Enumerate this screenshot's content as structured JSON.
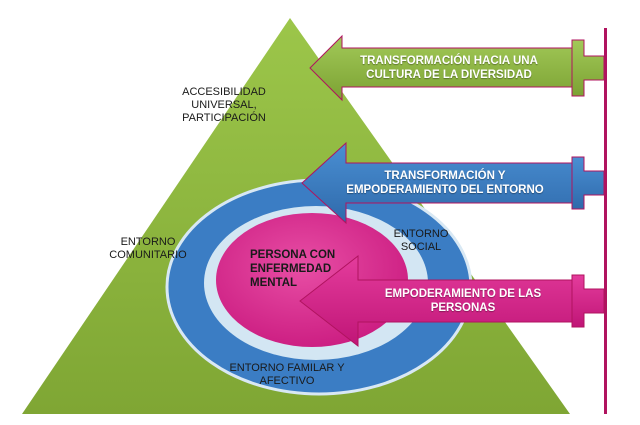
{
  "diagram": {
    "center": {
      "line1": "PERSONA CON",
      "line2": "ENFERMEDAD",
      "line3": "MENTAL"
    },
    "labels": {
      "accesibilidad_1": "ACCESIBILIDAD",
      "accesibilidad_2": "UNIVERSAL,",
      "accesibilidad_3": "PARTICIPACIÓN",
      "comunitario_1": "ENTORNO",
      "comunitario_2": "COMUNITARIO",
      "social_1": "ENTORNO",
      "social_2": "SOCIAL",
      "familiar_1": "ENTORNO FAMILAR Y",
      "familiar_2": "AFECTIVO"
    },
    "arrows": {
      "top_1": "TRANSFORMACIÓN HACIA UNA",
      "top_2": "CULTURA DE LA DIVERSIDAD",
      "middle_1": "TRANSFORMACIÓN Y",
      "middle_2": "EMPODERAMIENTO DEL ENTORNO",
      "bottom_1": "EMPODERAMIENTO DE LAS",
      "bottom_2": "PERSONAS"
    },
    "colors": {
      "triangle": "#8cb33e",
      "blue_ring": "#3b7dc4",
      "inner_light": "#d3e6f3",
      "pink": "#d9218a",
      "green_arrow": "#8cb33e",
      "blue_arrow": "#3b7dc4",
      "pink_arrow": "#d9218a",
      "vertical_line": "#b0135f"
    }
  }
}
